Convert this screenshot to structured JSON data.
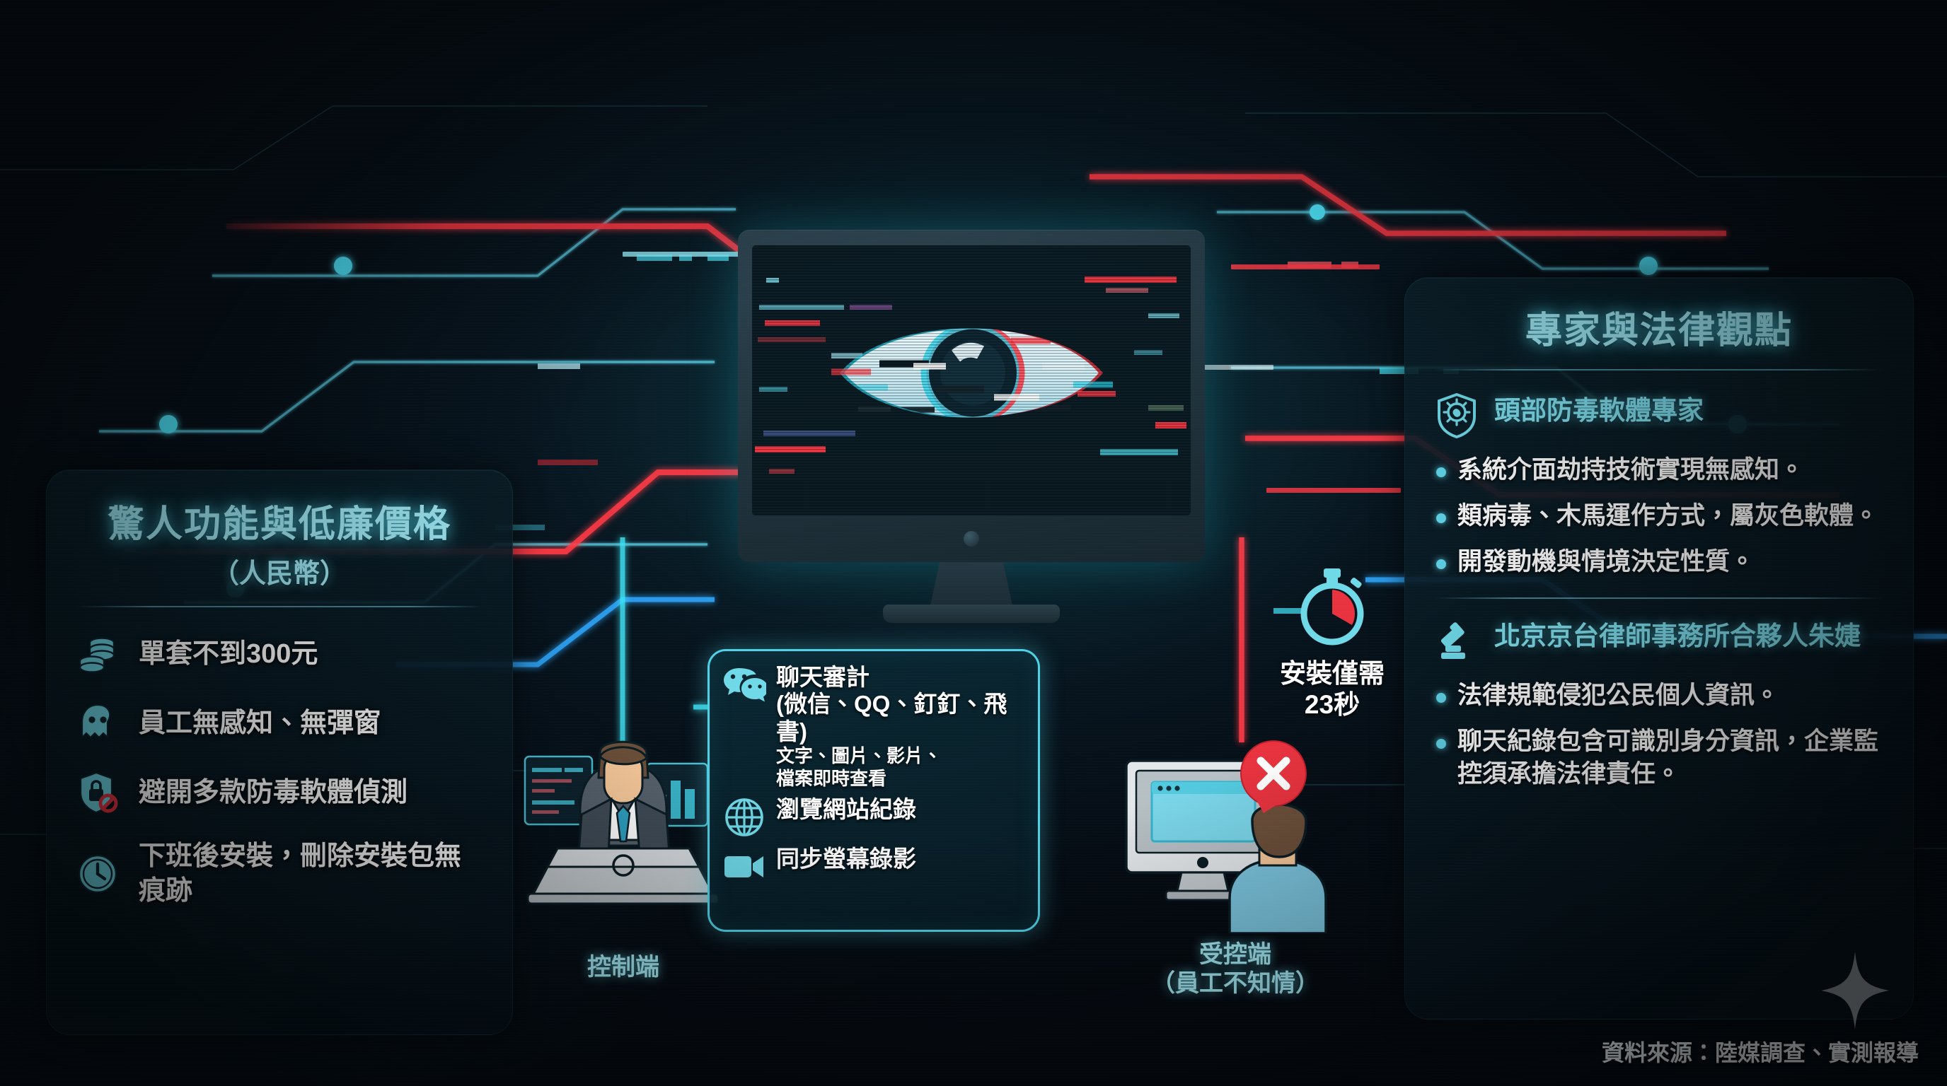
{
  "meta": {
    "accent_cyan": "#5fd3e8",
    "accent_red": "#e8333f",
    "panel_bg": "#0a2029",
    "text_white": "#ffffff"
  },
  "left_panel": {
    "title": "驚人功能與低廉價格",
    "subtitle": "（人民幣）",
    "items": [
      {
        "icon": "coins-icon",
        "text": "單套不到300元"
      },
      {
        "icon": "ghost-icon",
        "text": "員工無感知、無彈窗"
      },
      {
        "icon": "shield-lock-blocked-icon",
        "text": "避開多款防毒軟體偵測"
      },
      {
        "icon": "clock-icon",
        "text": "下班後安裝，刪除安裝包無痕跡"
      }
    ]
  },
  "right_panel": {
    "title": "專家與法律觀點",
    "sections": [
      {
        "icon": "shield-virus-icon",
        "name": "頭部防毒軟體專家",
        "bullets": [
          "系統介面劫持技術實現無感知。",
          "類病毒、木馬運作方式，屬灰色軟體。",
          "開發動機與情境決定性質。"
        ]
      },
      {
        "icon": "gavel-icon",
        "name": "北京京台律師事務所合夥人朱婕",
        "bullets": [
          "法律規範侵犯公民個人資訊。",
          "聊天紀錄包含可識別身分資訊，企業監控須承擔法律責任。"
        ]
      }
    ]
  },
  "feature_card": {
    "rows": [
      {
        "icon": "wechat-icon",
        "title": "聊天審計",
        "subtitle": "(微信、QQ、釘釘、飛書)",
        "detail": "文字、圖片、影片、\n檔案即時查看"
      },
      {
        "icon": "globe-icon",
        "title": "瀏覽網站紀錄"
      },
      {
        "icon": "video-camera-icon",
        "title": "同步螢幕錄影"
      }
    ]
  },
  "actors": {
    "controller_label": "控制端",
    "target_label_line1": "受控端",
    "target_label_line2": "（員工不知情）"
  },
  "stopwatch": {
    "icon": "stopwatch-icon",
    "line1": "安裝僅需",
    "line2": "23秒"
  },
  "center": {
    "icon": "glitch-eye-icon"
  },
  "footer": {
    "source": "資料來源：陸媒調查、實測報導",
    "sparkle": "sparkle-icon"
  }
}
